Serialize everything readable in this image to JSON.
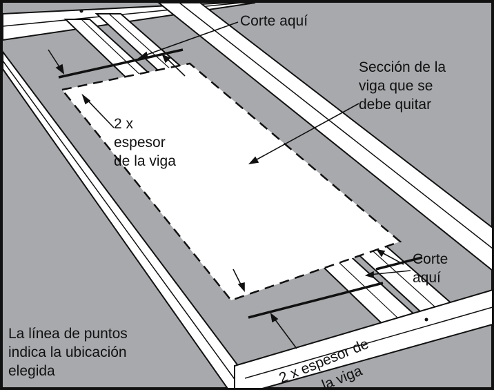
{
  "labels": {
    "cut_top": "Corte aquí",
    "section_line1": "Sección de la",
    "section_line2": "viga que se",
    "section_line3": "debe quitar",
    "thickness_left_line1": "2 x",
    "thickness_left_line2": "espesor",
    "thickness_left_line3": "de la viga",
    "cut_bottom_line1": "Corte",
    "cut_bottom_line2": "aquí",
    "dotted_line1": "La línea de puntos",
    "dotted_line2": "indica la ubicación",
    "dotted_line3": "elegida",
    "thickness_bottom_line1": "2 x espesor de",
    "thickness_bottom_line2": "la viga"
  },
  "colors": {
    "background": "#a7a9ac",
    "lumber": "#ffffff",
    "ink": "#111111"
  }
}
